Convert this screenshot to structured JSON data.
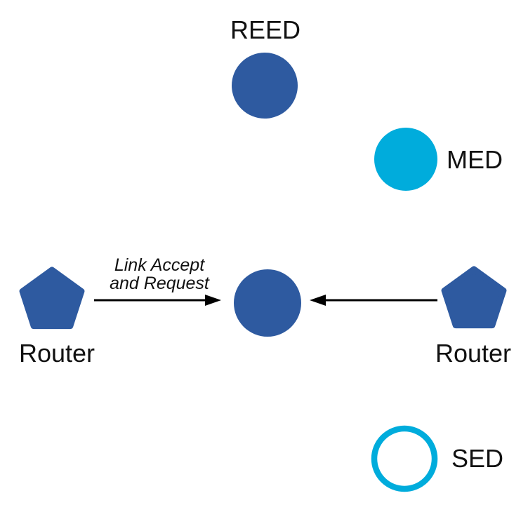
{
  "colors": {
    "primary": "#2E5AA0",
    "accent": "#00ACDC",
    "line": "#000000",
    "text": "#111111",
    "background": "#FFFFFF"
  },
  "nodes": {
    "reed": {
      "label": "REED"
    },
    "med": {
      "label": "MED"
    },
    "sed": {
      "label": "SED"
    },
    "router_left": {
      "label": "Router"
    },
    "router_right": {
      "label": "Router"
    }
  },
  "edges": {
    "left_link": {
      "label_line1": "Link Accept",
      "label_line2": "and Request"
    }
  }
}
